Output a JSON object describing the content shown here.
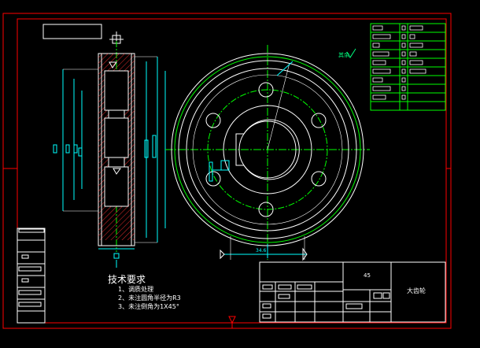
{
  "colors": {
    "frame": "#ff0000",
    "outline": "#ffffff",
    "centerline": "#00ff00",
    "dimension": "#00ffff",
    "hatch": "#ff3030",
    "annotation": "#00ff7f",
    "background": "#000000"
  },
  "tech_requirements": {
    "title": "技术要求",
    "items": [
      "1、调质处理",
      "2、未注圆角半径为R3",
      "3、未注倒角为1X45°"
    ]
  },
  "title_block": {
    "material": "45",
    "part_name": "大齿轮"
  },
  "roughness_note": "其余",
  "dimension_label": "34.6",
  "icons": [
    "crosshair-icon",
    "roughness-symbol-icon",
    "datum-triangle-icon"
  ]
}
